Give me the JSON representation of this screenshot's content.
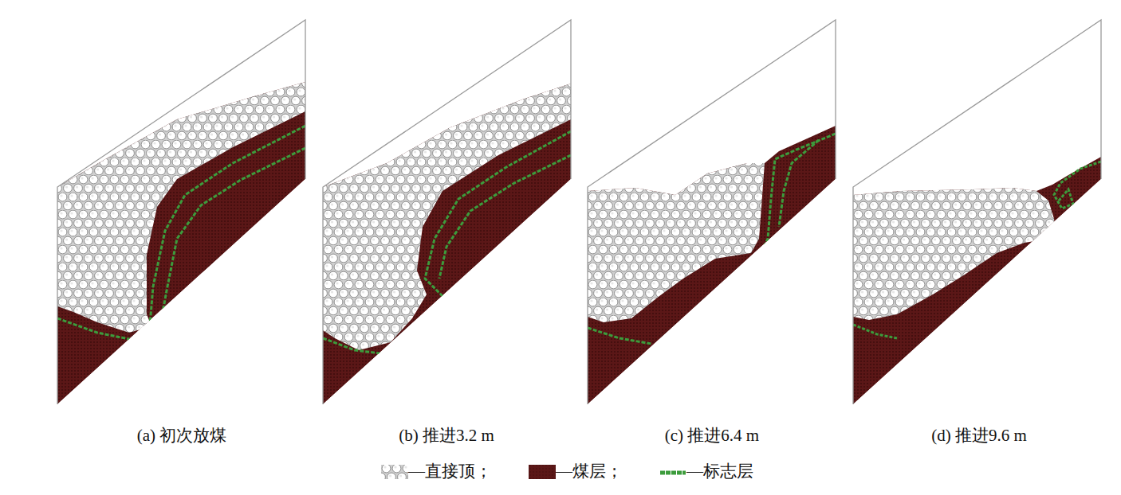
{
  "diagram": {
    "labels": [
      "(a) 初次放煤",
      "(b) 推进3.2 m",
      "(c) 推进6.4 m",
      "(d) 推进9.6 m"
    ],
    "legend": [
      {
        "text": "—直接顶；"
      },
      {
        "text": "—煤层；",
        "color": "#5b1717"
      },
      {
        "text": "—标志层"
      }
    ]
  }
}
